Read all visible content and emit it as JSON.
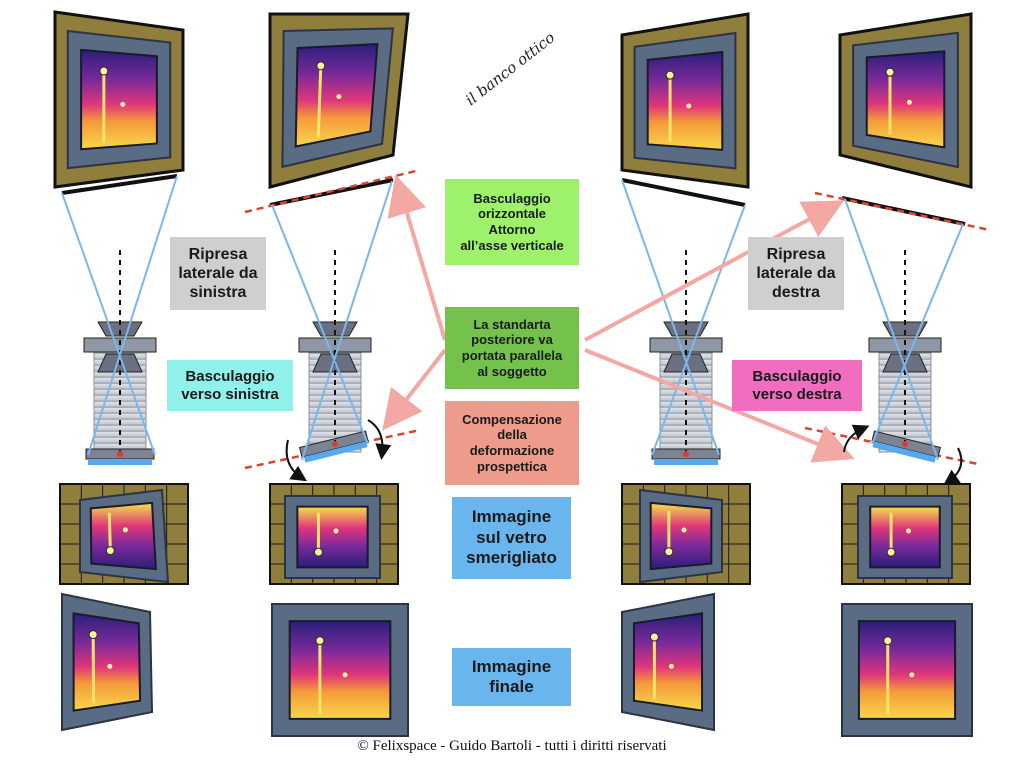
{
  "labels": {
    "ripresa_sinistra": "Ripresa\nlaterale da\nsinistra",
    "basculaggio_sinistra": "Basculaggio\nverso sinistra",
    "basculaggio_orizzontale": "Basculaggio\norizzontale\nAttorno\nall’asse verticale",
    "standarta": "La standarta\nposteriore va\nportata parallela\nal soggetto",
    "compensazione": "Compensazione\ndella\ndeformazione\nprospettica",
    "immagine_vetro": "Immagine\nsul vetro\nsmerigliato",
    "immagine_finale": "Immagine\nfinale",
    "ripresa_destra": "Ripresa\nlaterale da\ndestra",
    "basculaggio_destra": "Basculaggio\nverso destra"
  },
  "handwritten_note": "il banco ottico",
  "credits": "© Felixspace - Guido Bartoli - tutti i diritti riservati",
  "colors": {
    "frame_outer": "#8f7e3c",
    "frame_ornate": "#5a6b84",
    "picture_top": "#3a2a8a",
    "picture_mid": "#d62e7a",
    "picture_low": "#f7b52e",
    "ray": "#7ab7ea",
    "tilt_line": "#d9452e",
    "arrow": "#f3a8a4",
    "bellows": "#c8ccd4",
    "standard": "#6a7080",
    "back_glass": "#57a9ef"
  },
  "icons": {
    "camera": "view-camera-icon",
    "painting": "framed-painting-icon",
    "ground_glass": "ground-glass-image-icon",
    "final_image": "final-image-icon"
  }
}
